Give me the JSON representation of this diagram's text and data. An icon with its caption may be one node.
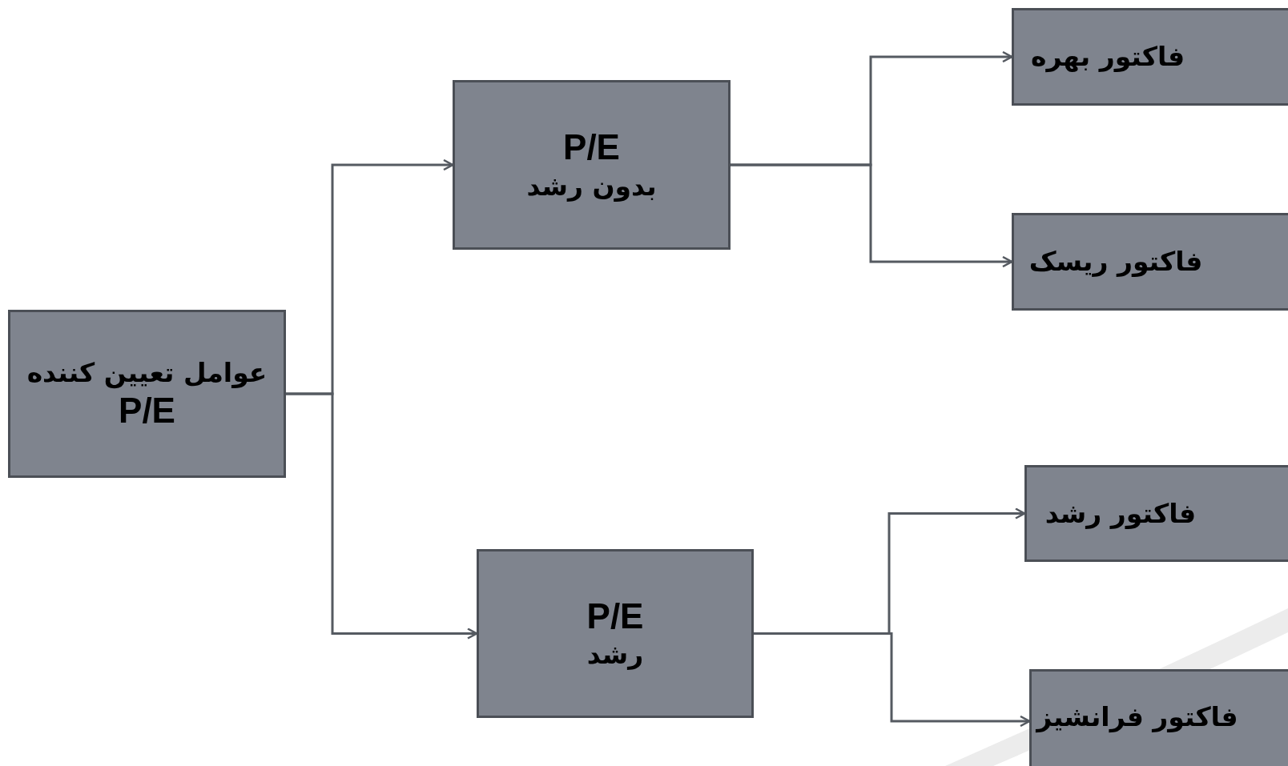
{
  "diagram": {
    "nodes": [
      {
        "text": [
          "عوامل تعیین کننده",
          "P/E"
        ]
      },
      {
        "text": [
          "P/E",
          "بدون رشد"
        ]
      },
      {
        "text": [
          "P/E",
          "رشد"
        ]
      },
      {
        "text": [
          "فاکتور بهره"
        ]
      },
      {
        "text": [
          "فاکتور ریسک"
        ]
      },
      {
        "text": [
          "فاکتور رشد"
        ]
      },
      {
        "text": [
          "فاکتور فرانشیز"
        ]
      }
    ],
    "edges": [
      {
        "from": 0,
        "to": 1,
        "arrow": "to"
      },
      {
        "from": 0,
        "to": 2,
        "arrow": "to"
      },
      {
        "from": 1,
        "to": 3,
        "arrow": "to"
      },
      {
        "from": 1,
        "to": 4,
        "arrow": "to"
      },
      {
        "from": 2,
        "to": 5,
        "arrow": "to"
      },
      {
        "from": 2,
        "to": 6,
        "arrow": "to"
      }
    ]
  }
}
